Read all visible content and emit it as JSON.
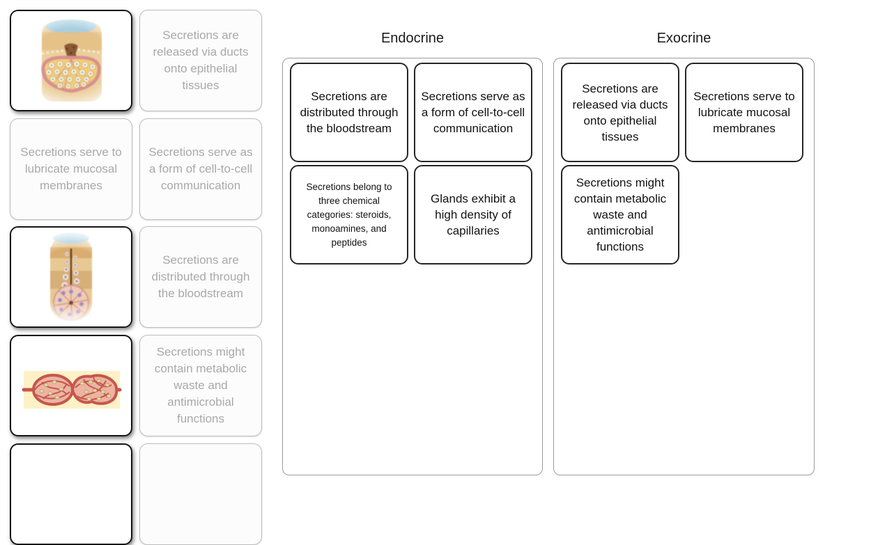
{
  "bank": {
    "tiles": [
      {
        "kind": "image",
        "name": "sebaceous-gland-illustration"
      },
      {
        "kind": "text",
        "state": "used",
        "label": "Secretions are released via ducts onto epithelial tissues"
      },
      {
        "kind": "text",
        "state": "used",
        "label": "Secretions serve to lubricate mucosal membranes"
      },
      {
        "kind": "text",
        "state": "used",
        "label": "Secretions serve as a form of cell-to-cell communication"
      },
      {
        "kind": "image",
        "name": "sweat-gland-illustration"
      },
      {
        "kind": "text",
        "state": "used",
        "label": "Secretions are distributed through the bloodstream"
      },
      {
        "kind": "image",
        "name": "capillary-network-illustration"
      },
      {
        "kind": "text",
        "state": "used",
        "label": "Secretions might contain metabolic waste and antimicrobial functions"
      }
    ]
  },
  "categories": [
    {
      "title": "Endocrine",
      "cards": [
        {
          "label": "Secretions are distributed through the bloodstream"
        },
        {
          "label": "Secretions serve as a form of cell-to-cell communication"
        },
        {
          "label": "Secretions belong to three chemical categories: steroids, monoamines, and peptides"
        },
        {
          "label": "Glands exhibit a high density of capillaries"
        }
      ]
    },
    {
      "title": "Exocrine",
      "cards": [
        {
          "label": "Secretions are released via ducts onto epithelial tissues"
        },
        {
          "label": "Secretions serve to lubricate mucosal membranes"
        },
        {
          "label": "Secretions might contain metabolic waste and antimicrobial functions"
        }
      ]
    }
  ],
  "colors": {
    "card_border": "#262626",
    "zone_border": "#9a9a9a",
    "disabled_tile_border": "#bcbcbc",
    "disabled_tile_text": "#a9a9a9",
    "title_text": "#1b1b1b"
  }
}
